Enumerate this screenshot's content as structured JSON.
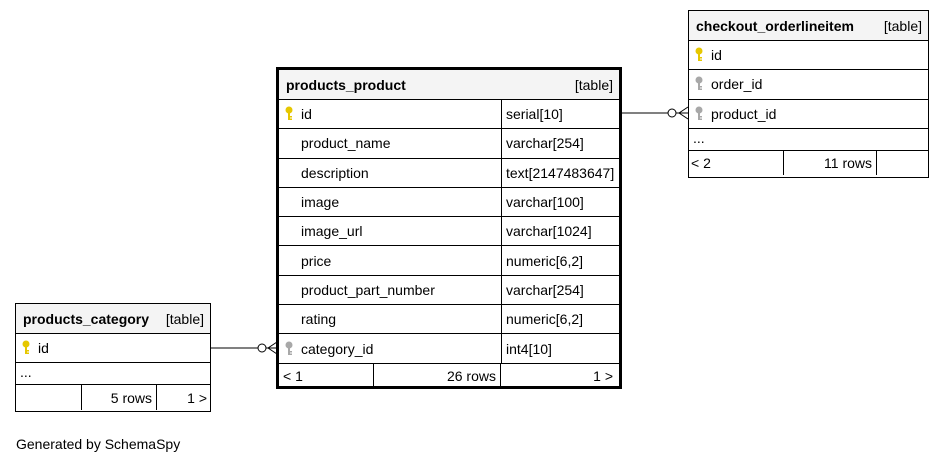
{
  "products_product": {
    "name": "products_product",
    "kind": "[table]",
    "columns": [
      {
        "name": "id",
        "type": "serial[10]",
        "key": "primary"
      },
      {
        "name": "product_name",
        "type": "varchar[254]",
        "key": "none"
      },
      {
        "name": "description",
        "type": "text[2147483647]",
        "key": "none"
      },
      {
        "name": "image",
        "type": "varchar[100]",
        "key": "none"
      },
      {
        "name": "image_url",
        "type": "varchar[1024]",
        "key": "none"
      },
      {
        "name": "price",
        "type": "numeric[6,2]",
        "key": "none"
      },
      {
        "name": "product_part_number",
        "type": "varchar[254]",
        "key": "none"
      },
      {
        "name": "rating",
        "type": "numeric[6,2]",
        "key": "none"
      },
      {
        "name": "category_id",
        "type": "int4[10]",
        "key": "foreign"
      }
    ],
    "footer": {
      "left": "< 1",
      "rows": "26 rows",
      "right": "1 >"
    }
  },
  "checkout_orderlineitem": {
    "name": "checkout_orderlineitem",
    "kind": "[table]",
    "columns": [
      {
        "name": "id",
        "key": "primary"
      },
      {
        "name": "order_id",
        "key": "foreign"
      },
      {
        "name": "product_id",
        "key": "foreign"
      }
    ],
    "ellipsis": "...",
    "footer": {
      "left": "< 2",
      "rows": "11 rows",
      "right": ""
    }
  },
  "products_category": {
    "name": "products_category",
    "kind": "[table]",
    "columns": [
      {
        "name": "id",
        "key": "primary"
      }
    ],
    "ellipsis": "...",
    "footer": {
      "left": "",
      "rows": "5 rows",
      "right": "1 >"
    }
  },
  "caption": "Generated by SchemaSpy",
  "colors": {
    "primary_key": "#e6c700",
    "foreign_key": "#a8a8a8",
    "header_bg": "#f4f4f4"
  }
}
